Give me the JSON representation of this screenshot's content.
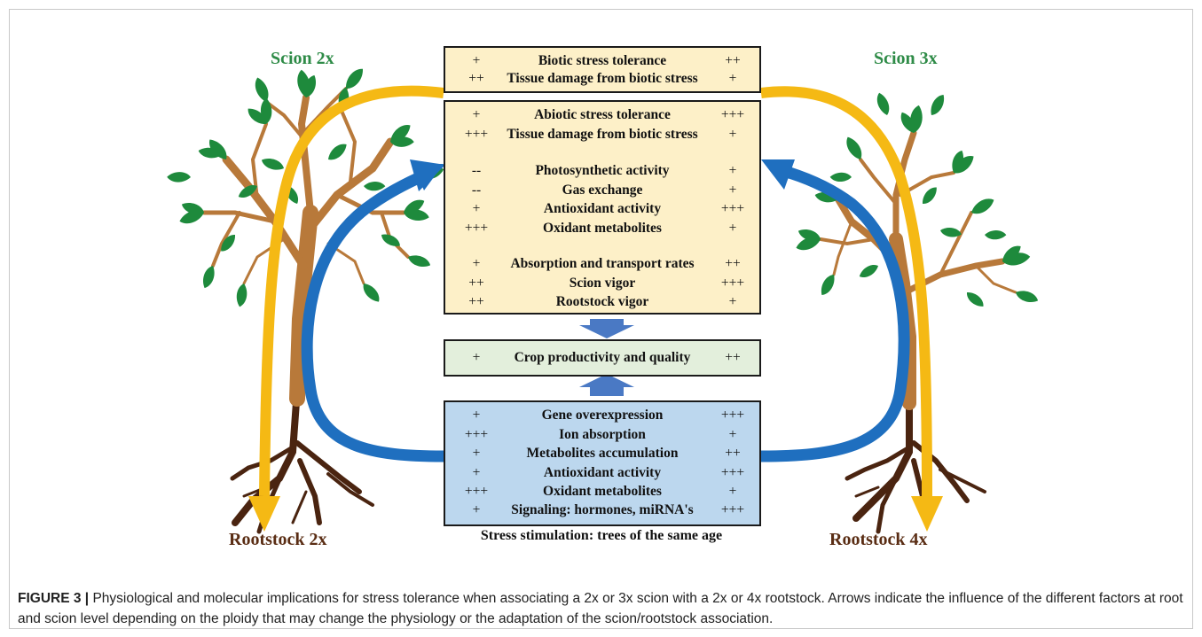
{
  "labels": {
    "scion_left": "Scion 2x",
    "scion_right": "Scion 3x",
    "root_left": "Rootstock 2x",
    "root_right": "Rootstock 4x",
    "stress": "Stress stimulation: trees of the same age"
  },
  "boxes": {
    "biotic": [
      {
        "left": "+",
        "center": "Biotic stress tolerance",
        "right": "++"
      },
      {
        "left": "++",
        "center": "Tissue damage from biotic stress",
        "right": "+"
      }
    ],
    "physio": [
      {
        "left": "+",
        "center": "Abiotic stress tolerance",
        "right": "+++"
      },
      {
        "left": "+++",
        "center": "Tissue damage from biotic stress",
        "right": "+"
      },
      {
        "left": "--",
        "center": "Photosynthetic activity",
        "right": "+"
      },
      {
        "left": "--",
        "center": "Gas exchange",
        "right": "+"
      },
      {
        "left": "+",
        "center": "Antioxidant activity",
        "right": "+++"
      },
      {
        "left": "+++",
        "center": "Oxidant metabolites",
        "right": "+"
      },
      {
        "left": "+",
        "center": "Absorption and transport rates",
        "right": "++"
      },
      {
        "left": "++",
        "center": "Scion vigor",
        "right": "+++"
      },
      {
        "left": "++",
        "center": "Rootstock vigor",
        "right": "+"
      }
    ],
    "crop": [
      {
        "left": "+",
        "center": "Crop productivity and quality",
        "right": "++"
      }
    ],
    "molecular": [
      {
        "left": "+",
        "center": "Gene overexpression",
        "right": "+++"
      },
      {
        "left": "+++",
        "center": "Ion absorption",
        "right": "+"
      },
      {
        "left": "+",
        "center": "Metabolites accumulation",
        "right": "++"
      },
      {
        "left": "+",
        "center": "Antioxidant activity",
        "right": "+++"
      },
      {
        "left": "+++",
        "center": "Oxidant metabolites",
        "right": "+"
      },
      {
        "left": "+",
        "center": "Signaling: hormones, miRNA's",
        "right": "+++"
      }
    ]
  },
  "caption": {
    "prefix": "FIGURE 3 |",
    "text": "Physiological and molecular implications for stress tolerance when associating a 2x or 3x scion with a 2x or 4x rootstock. Arrows indicate the influence of the different factors at root and scion level depending on the ploidy that may change the physiology or the adaptation of the scion/rootstock association."
  },
  "colors": {
    "yellow_box": "#fdf0c8",
    "green_box": "#e3efdc",
    "blue_box": "#bcd7ee",
    "blue_arrow": "#1f6fbf",
    "yellow_arrow": "#f5b914",
    "leaf": "#1e8a3c",
    "trunk": "#b8793a",
    "root": "#4a2410"
  }
}
